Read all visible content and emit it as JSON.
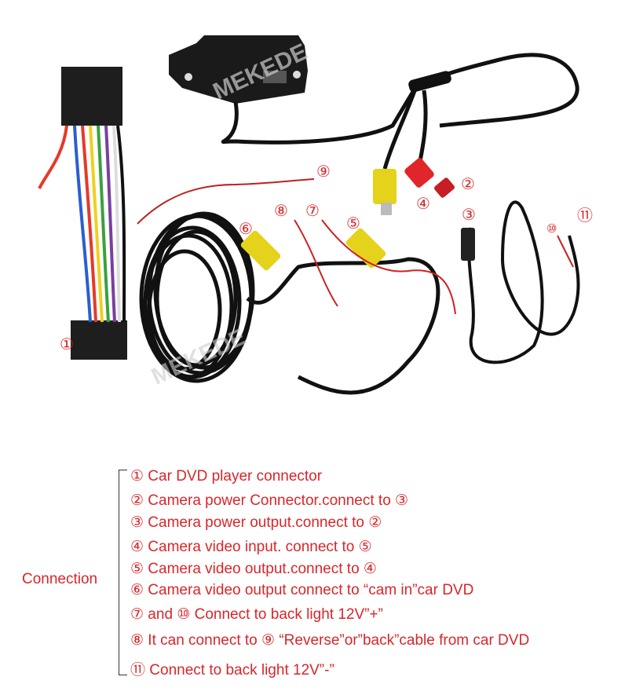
{
  "photo": {
    "watermark": "MEKEDE",
    "callouts": [
      "①",
      "②",
      "③",
      "④",
      "⑤",
      "⑥",
      "⑦",
      "⑧",
      "⑨",
      "⑩",
      "⑪"
    ]
  },
  "legend": {
    "heading": "Connection",
    "items": [
      "① Car DVD player connector",
      "② Camera power Connector.connect to ③",
      "③ Camera power output.connect to ②",
      "④ Camera video input. connect to ⑤",
      "⑤ Camera video output.connect to ④",
      "⑥ Camera video output connect to “cam in”car DVD",
      "⑦ and  ⑩ Connect to back light 12V”+”",
      "⑧ It can connect to ⑨ “Reverse”or”back”cable from car DVD",
      "⑪ Connect to back light 12V”-”"
    ]
  },
  "colors": {
    "label": "#d9262a",
    "cable": "#111111",
    "rca_yellow": "#e5d21a",
    "power_red": "#e0262a"
  }
}
